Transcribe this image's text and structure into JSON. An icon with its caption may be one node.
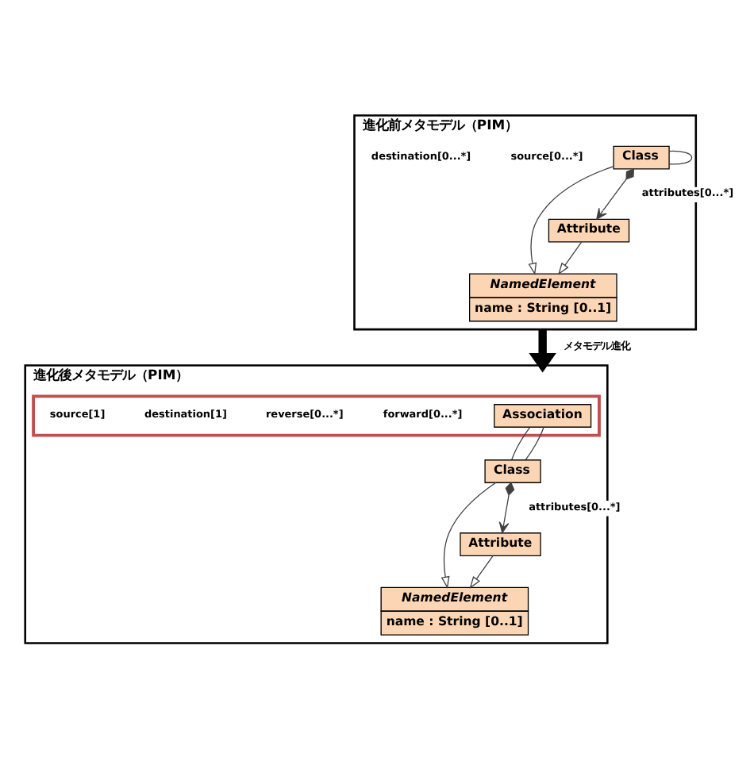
{
  "diagram": {
    "nodes": [
      {
        "text": [
          "進化前メタモデル（PIM）"
        ]
      },
      {
        "text": [
          "NamedElement",
          "name : String [0..1]"
        ],
        "in": 0
      },
      {
        "text": [
          "Class"
        ],
        "in": 0
      },
      {
        "text": [
          "Attribute"
        ],
        "in": 0
      },
      {
        "text": [
          "進化後メタモデル（PIM）"
        ]
      },
      {
        "text": [],
        "shape": "box",
        "in": 4
      },
      {
        "text": [
          "Association"
        ],
        "in": 5
      },
      {
        "text": [
          "NamedElement",
          "name : String [0..1]"
        ],
        "in": 4
      },
      {
        "text": [
          "Class"
        ],
        "in": 4
      },
      {
        "text": [
          "Attribute"
        ],
        "in": 4
      }
    ],
    "edges": [
      {
        "from": 2,
        "to": 1,
        "arrow": "to"
      },
      {
        "from": 3,
        "to": 1,
        "arrow": "to"
      },
      {
        "from": 2,
        "to": 2,
        "arrow": "none"
      },
      {
        "from": 2,
        "to": 3,
        "arrow": "to",
        "label": "attributes[0...*]"
      },
      {
        "from": 0,
        "to": 4,
        "arrow": "to",
        "label": "メタモデル進化",
        "style": "thick"
      },
      {
        "from": 6,
        "to": 8,
        "arrow": "none"
      },
      {
        "from": 6,
        "to": 8,
        "arrow": "none"
      },
      {
        "from": 8,
        "to": 7,
        "arrow": "to"
      },
      {
        "from": 9,
        "to": 7,
        "arrow": "to"
      },
      {
        "from": 8,
        "to": 9,
        "arrow": "to",
        "label": "attributes[0...*]"
      }
    ],
    "labels": [
      "source[0...*]",
      "destination[0...*]",
      "forward[0...*]",
      "reverse[0...*]",
      "destination[1]",
      "source[1]"
    ]
  }
}
